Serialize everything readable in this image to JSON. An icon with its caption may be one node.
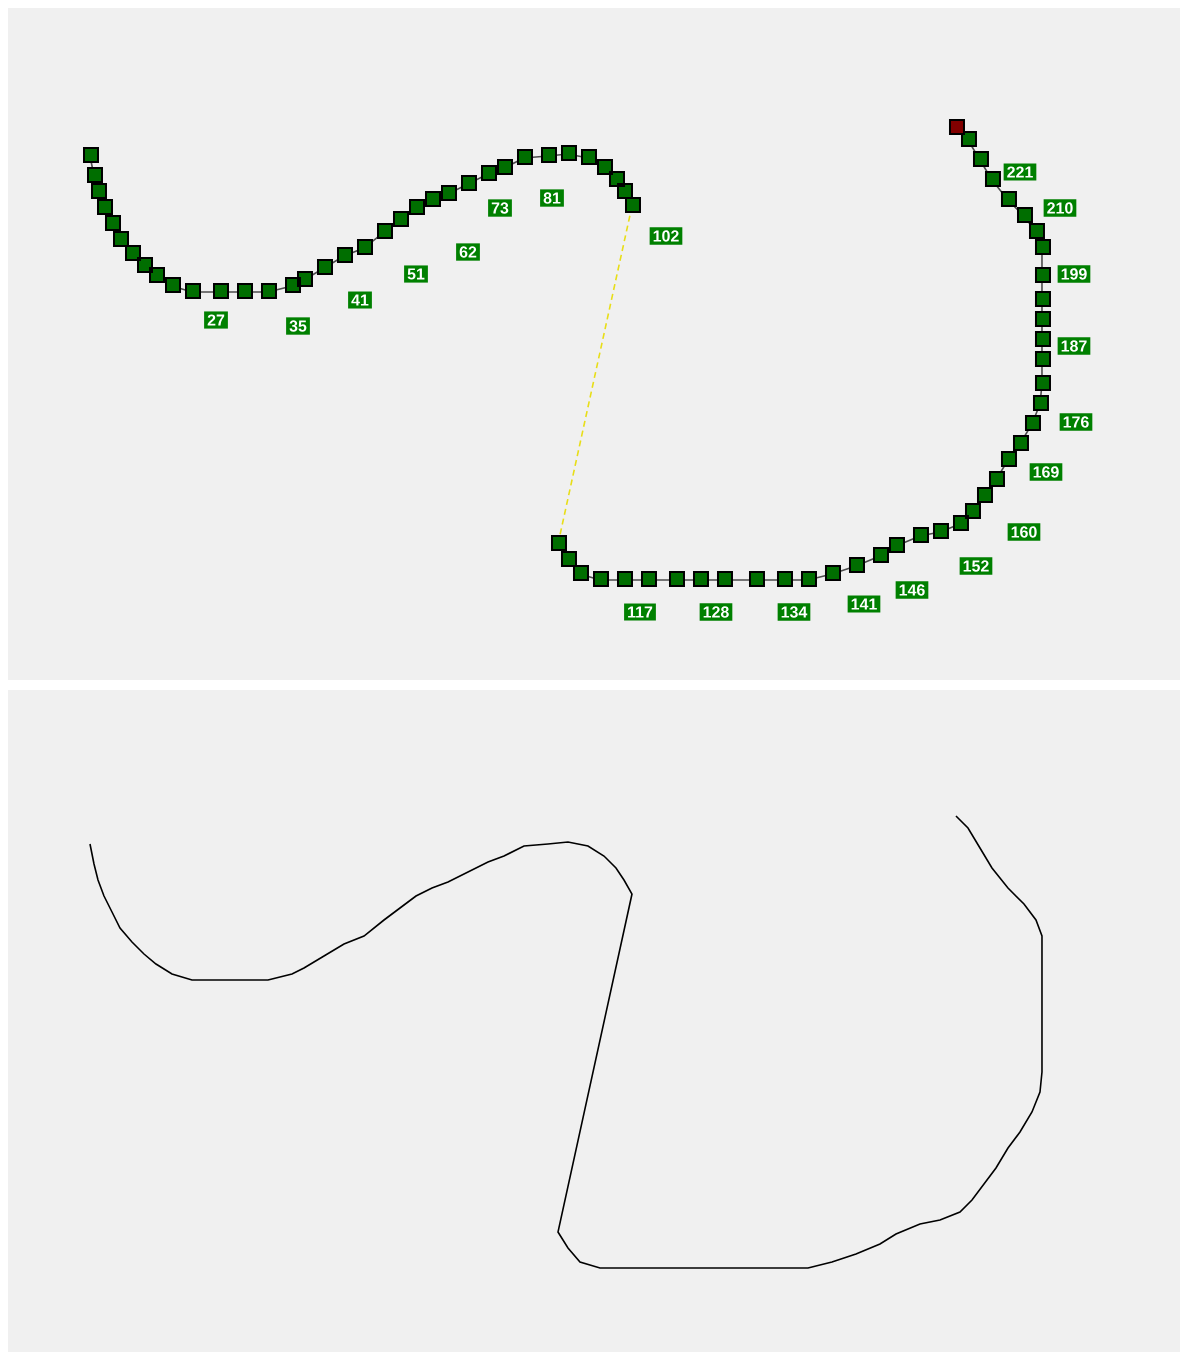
{
  "diagram": {
    "labels": [
      "27",
      "35",
      "41",
      "51",
      "62",
      "73",
      "81",
      "102",
      "117",
      "128",
      "134",
      "141",
      "146",
      "152",
      "160",
      "169",
      "176",
      "187",
      "199",
      "210",
      "221"
    ]
  }
}
